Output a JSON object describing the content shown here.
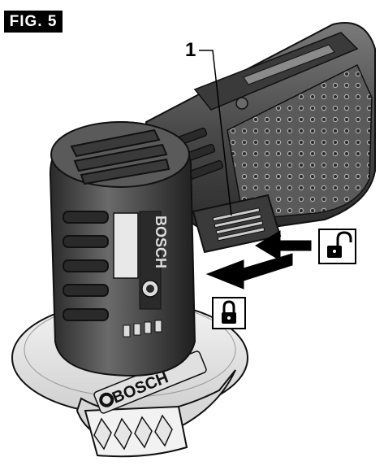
{
  "figure": {
    "label": "FIG. 5",
    "callout_number": "1",
    "brand_battery": "BOSCH",
    "brand_guard": "BOSCH",
    "unlock_symbol": "unlock-icon",
    "lock_symbol": "lock-icon",
    "colors": {
      "ink": "#000000",
      "tool_body": "#4a4a4a",
      "tool_light": "#9a9a9a",
      "tool_dark": "#1a1a1a",
      "guard": "#e6e6e6",
      "paper": "#ffffff"
    }
  }
}
